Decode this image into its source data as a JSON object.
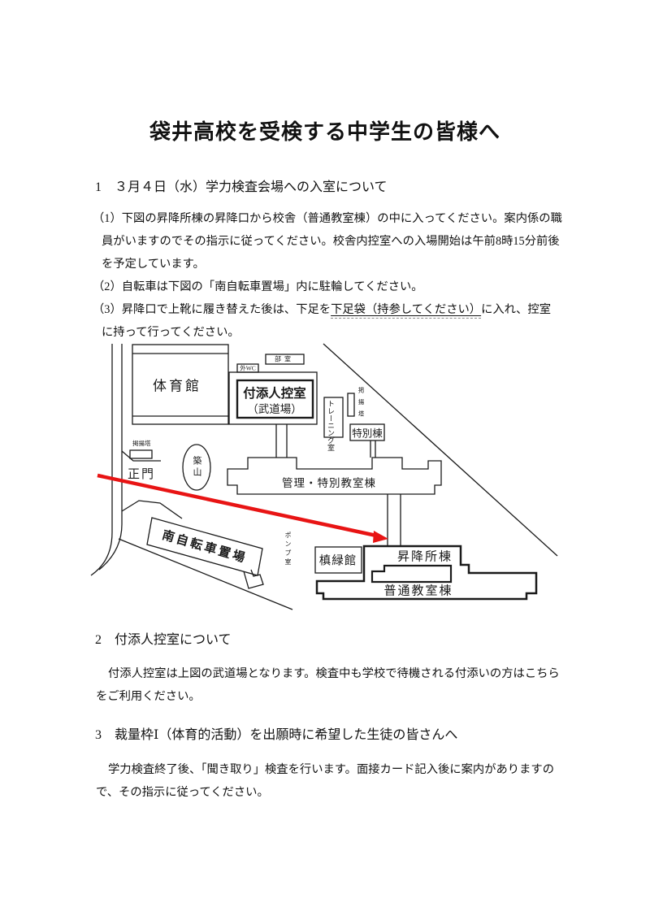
{
  "page": {
    "title": "袋井高校を受検する中学生の皆様へ"
  },
  "section1": {
    "heading": "1　３月４日（水）学力検査会場への入室について",
    "item1": "（1）下図の昇降所棟の昇降口から校舎（普通教室棟）の中に入ってください。案内係の職員がいますのでその指示に従ってください。校舎内控室への入場開始は午前8時15分前後を予定しています。",
    "item2": "（2）自転車は下図の「南自転車置場」内に駐輪してください。",
    "item3_pre": "（3）昇降口で上靴に履き替えた後は、下足を",
    "item3_underlined": "下足袋（持参してください）",
    "item3_post": "に入れ、控室に持って行ってください。"
  },
  "section2": {
    "heading": "2　付添人控室について",
    "body": "付添人控室は上図の武道場となります。検査中も学校で待機される付添いの方はこちらをご利用ください。"
  },
  "section3": {
    "heading": "3　裁量枠Ⅰ（体育的活動）を出願時に希望した生徒の皆さんへ",
    "body": "学力検査終了後、「聞き取り」検査を行います。面接カード記入後に案内がありますので、その指示に従ってください。"
  },
  "map": {
    "arrow_color": "#e81414",
    "labels": {
      "gym": "体育館",
      "club_room": "部室",
      "outdoor_wc": "外WC",
      "attendant_room": "付添人控室",
      "attendant_room_sub": "（武道場）",
      "training_room": "トレーニング室",
      "flag_tower_right": "掲揚塔",
      "flag_tower_left": "掲揚塔",
      "special_building": "特別棟",
      "tsukiyama": "築山",
      "main_gate": "正門",
      "admin_building": "管理・特別教室棟",
      "south_bicycle_parking": "南自転車置場",
      "pump_room": "ポンプ室",
      "shinryokukan": "槙緑館",
      "entrance_building": "昇降所棟",
      "regular_classroom_building": "普通教室棟"
    }
  }
}
